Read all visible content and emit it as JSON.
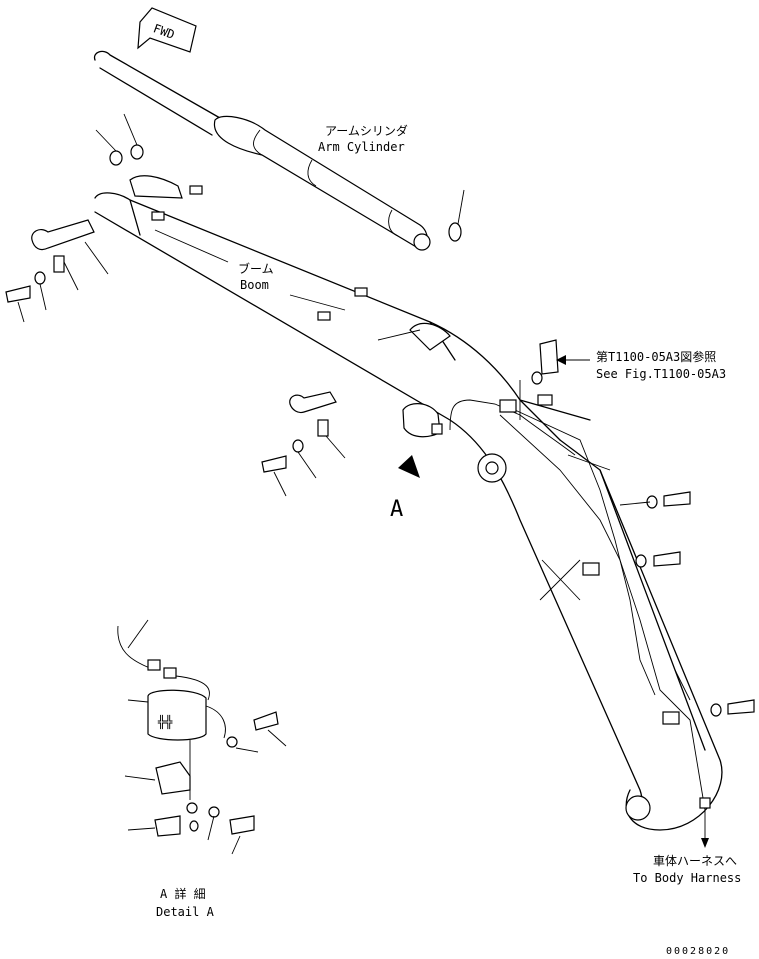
{
  "labels": {
    "fwd": "FWD",
    "arm_cylinder_jp": "アームシリンダ",
    "arm_cylinder_en": "Arm Cylinder",
    "boom_jp": "ブーム",
    "boom_en": "Boom",
    "see_fig_jp": "第T1100-05A3図参照",
    "see_fig_en": "See Fig.T1100-05A3",
    "view_a": "A",
    "detail_jp": "A 詳 細",
    "detail_en": "Detail A",
    "body_harness_jp": "車体ハーネスへ",
    "body_harness_en": "To Body Harness",
    "drawing_number": "00028020"
  }
}
